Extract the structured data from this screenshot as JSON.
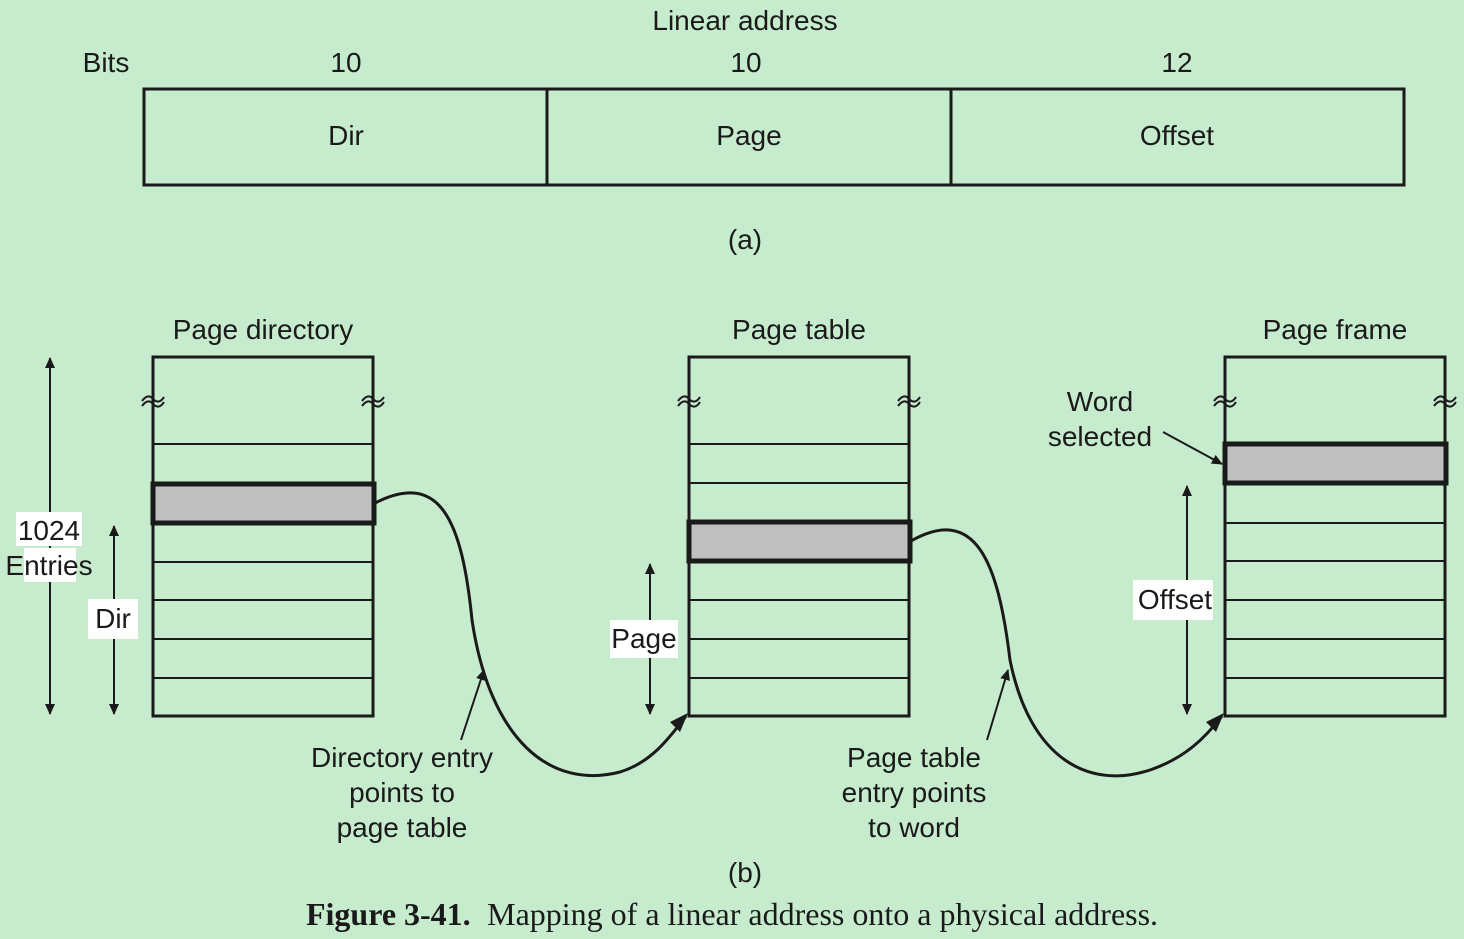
{
  "part_a": {
    "title": "Linear address",
    "bits_label": "Bits",
    "fields": [
      {
        "bits": "10",
        "name": "Dir"
      },
      {
        "bits": "10",
        "name": "Page"
      },
      {
        "bits": "12",
        "name": "Offset"
      }
    ],
    "sublabel": "(a)"
  },
  "part_b": {
    "tables": [
      {
        "title": "Page directory"
      },
      {
        "title": "Page table"
      },
      {
        "title": "Page frame"
      }
    ],
    "entries_label": [
      "1024",
      "Entries"
    ],
    "dir_label": "Dir",
    "page_label": "Page",
    "offset_label": "Offset",
    "word_selected": [
      "Word",
      "selected"
    ],
    "note_directory": [
      "Directory entry",
      "points to",
      "page table"
    ],
    "note_pagetable": [
      "Page table",
      "entry points",
      "to word"
    ],
    "sublabel": "(b)"
  },
  "caption": {
    "number": "Figure 3-41.",
    "text": "Mapping of a linear address onto a physical address."
  }
}
